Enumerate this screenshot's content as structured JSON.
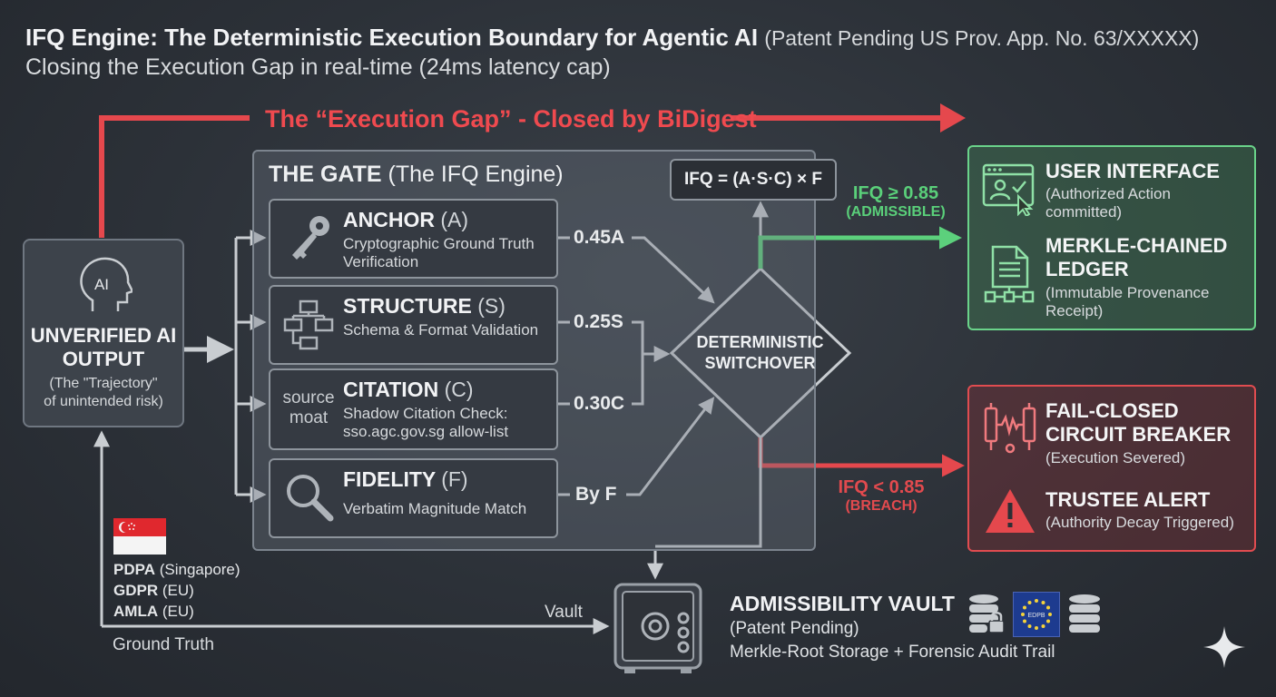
{
  "header": {
    "title": "IFQ Engine: The Deterministic Execution Boundary for Agentic AI",
    "patent_note": "(Patent Pending US Prov. App. No. 63/XXXXX)",
    "subtitle": "Closing the Execution Gap in real-time (24ms latency cap)",
    "gap_label": "The “Execution Gap” - Closed by BiDigest"
  },
  "input": {
    "icon_text": "AI",
    "title": "UNVERIFIED AI OUTPUT",
    "desc_line1": "(The \"Trajectory\"",
    "desc_line2": "of unintended risk)"
  },
  "gate": {
    "title_bold": "THE GATE",
    "title_rest": "(The IFQ Engine)",
    "formula": "IFQ = (A·S·C) × F",
    "cards": [
      {
        "title": "ANCHOR",
        "letter": "(A)",
        "desc1": "Cryptographic Ground Truth",
        "desc2": "Verification",
        "weight": "0.45A"
      },
      {
        "title": "STRUCTURE",
        "letter": "(S)",
        "desc1": "Schema & Format Validation",
        "desc2": "",
        "weight": "0.25S"
      },
      {
        "title": "CITATION",
        "letter": "(C)",
        "desc1": "Shadow Citation Check:",
        "desc2": "sso.agc.gov.sg allow-list",
        "weight": "0.30C",
        "icon_text1": "source",
        "icon_text2": "moat"
      },
      {
        "title": "FIDELITY",
        "letter": "(F)",
        "desc1": "Verbatim Magnitude Match",
        "desc2": "",
        "weight": "By F"
      }
    ],
    "switch_line1": "DETERMINISTIC",
    "switch_line2": "SWITCHOVER"
  },
  "admissible": {
    "condition": "IFQ ≥ 0.85",
    "tag": "(ADMISSIBLE)",
    "ui_title": "USER INTERFACE",
    "ui_desc1": "(Authorized Action",
    "ui_desc2": "committed)",
    "ledger_title1": "MERKLE-CHAINED",
    "ledger_title2": "LEDGER",
    "ledger_desc1": "(Immutable Provenance",
    "ledger_desc2": "Receipt)"
  },
  "breach": {
    "condition": "IFQ < 0.85",
    "tag": "(BREACH)",
    "breaker_title1": "FAIL-CLOSED",
    "breaker_title2": "CIRCUIT BREAKER",
    "breaker_desc": "(Execution Severed)",
    "alert_title": "TRUSTEE ALERT",
    "alert_desc": "(Authority Decay Triggered)"
  },
  "vault": {
    "title": "ADMISSIBILITY VAULT",
    "subtitle": "(Patent Pending)",
    "desc": "Merkle-Root Storage + Forensic Audit Trail",
    "arrow_label": "Vault",
    "eu_flag_text": "EDPB"
  },
  "regulations": {
    "items": [
      {
        "name": "PDPA",
        "region": "(Singapore)"
      },
      {
        "name": "GDPR",
        "region": "(EU)"
      },
      {
        "name": "AMLA",
        "region": "(EU)"
      }
    ],
    "ground_truth": "Ground Truth"
  },
  "colors": {
    "red": "#e5484d",
    "green": "#5cd07c",
    "gray_arrow": "#c9cdd1"
  }
}
